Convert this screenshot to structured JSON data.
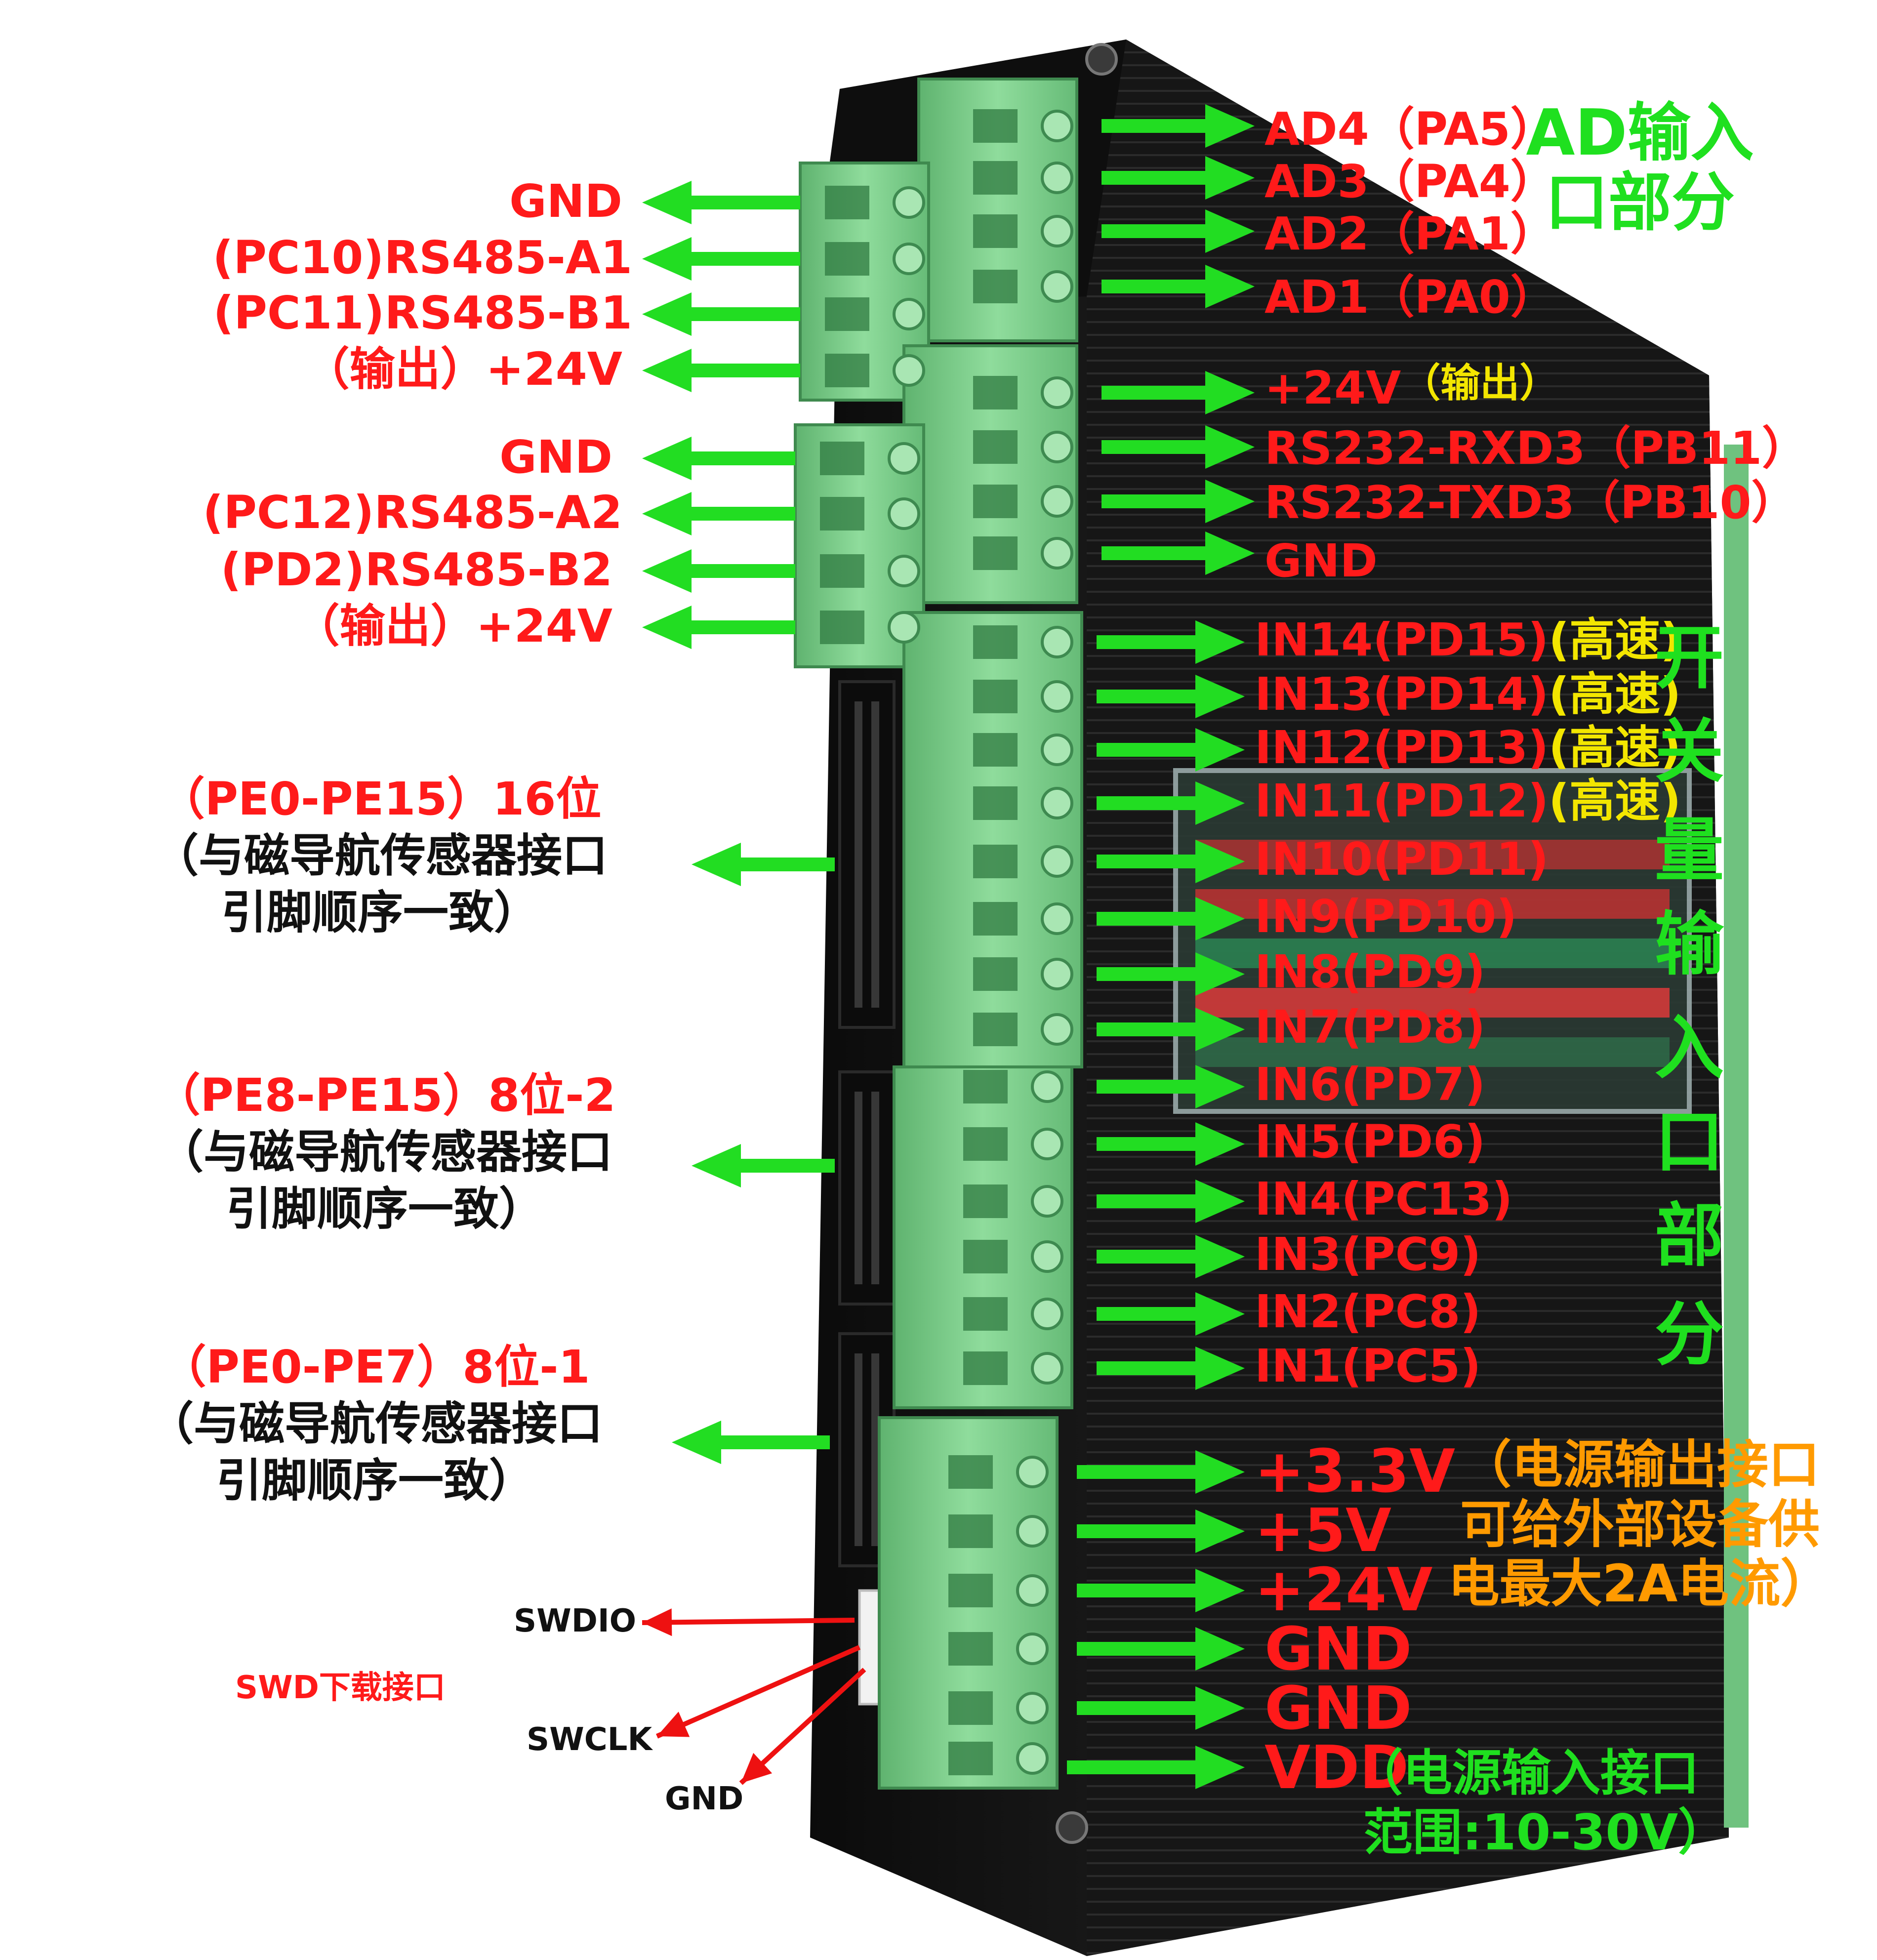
{
  "ad_inputs": [
    "AD4（PA5）",
    "AD3（PA4）",
    "AD2（PA1）",
    "AD1（PA0）"
  ],
  "ad_section_title": [
    "AD输入",
    "口部分"
  ],
  "rs232": {
    "out_prefix": "+24V",
    "out_suffix": "（输出）",
    "rows": [
      "RS232-RXD3（PB11）",
      "RS232-TXD3（PB10）",
      "GND"
    ]
  },
  "switch_inputs": [
    {
      "text": "IN14(PD15)",
      "tag": "(高速)"
    },
    {
      "text": "IN13(PD14)",
      "tag": "(高速)"
    },
    {
      "text": "IN12(PD13)",
      "tag": "(高速)"
    },
    {
      "text": "IN11(PD12)",
      "tag": "(高速)"
    },
    {
      "text": "IN10(PD11)",
      "tag": ""
    },
    {
      "text": "IN9(PD10)",
      "tag": ""
    },
    {
      "text": "IN8(PD9)",
      "tag": ""
    },
    {
      "text": "IN7(PD8)",
      "tag": ""
    },
    {
      "text": "IN6(PD7)",
      "tag": ""
    },
    {
      "text": "IN5(PD6)",
      "tag": ""
    },
    {
      "text": "IN4(PC13)",
      "tag": ""
    },
    {
      "text": "IN3(PC9)",
      "tag": ""
    },
    {
      "text": "IN2(PC8)",
      "tag": ""
    },
    {
      "text": "IN1(PC5)",
      "tag": ""
    }
  ],
  "switch_section_title": [
    "开",
    "关",
    "量",
    "输",
    "入",
    "口",
    "部",
    "分"
  ],
  "power_out": {
    "pins": [
      "+3.3V",
      "+5V",
      "+24V",
      "GND",
      "GND"
    ],
    "note": [
      "（电源输出接口",
      "可给外部设备供",
      "电最大2A电流）"
    ]
  },
  "power_in": {
    "pin": "VDD",
    "note": [
      "（电源输入接口",
      "范围:10-30V）"
    ]
  },
  "rs485_group1": [
    "GND",
    "(PC10)RS485-A1",
    "(PC11)RS485-B1",
    "（输出）+24V"
  ],
  "rs485_group2": [
    "GND",
    "(PC12)RS485-A2",
    "(PD2)RS485-B2",
    "（输出）+24V"
  ],
  "magnetic_ports": [
    {
      "title": "（PE0-PE15）16位",
      "desc": [
        "（与磁导航传感器接口",
        "引脚顺序一致）"
      ]
    },
    {
      "title": "（PE8-PE15）8位-2",
      "desc": [
        "（与磁导航传感器接口",
        "引脚顺序一致）"
      ]
    },
    {
      "title": "（PE0-PE7）8位-1",
      "desc": [
        "（与磁导航传感器接口",
        "引脚顺序一致）"
      ]
    }
  ],
  "swd": {
    "title": "SWD下载接口",
    "pins": [
      "SWDIO",
      "SWCLK",
      "GND"
    ]
  },
  "colors": {
    "arrow_green": "#22dd22",
    "label_red": "#ff1a1a",
    "section_green": "#1fe01f",
    "highspeed_yellow": "#f3e600",
    "power_note_orange": "#ff9a00",
    "swd_arrow_red": "#ee1111",
    "terminal_green": "#7ccf8c",
    "housing_black": "#151515"
  }
}
